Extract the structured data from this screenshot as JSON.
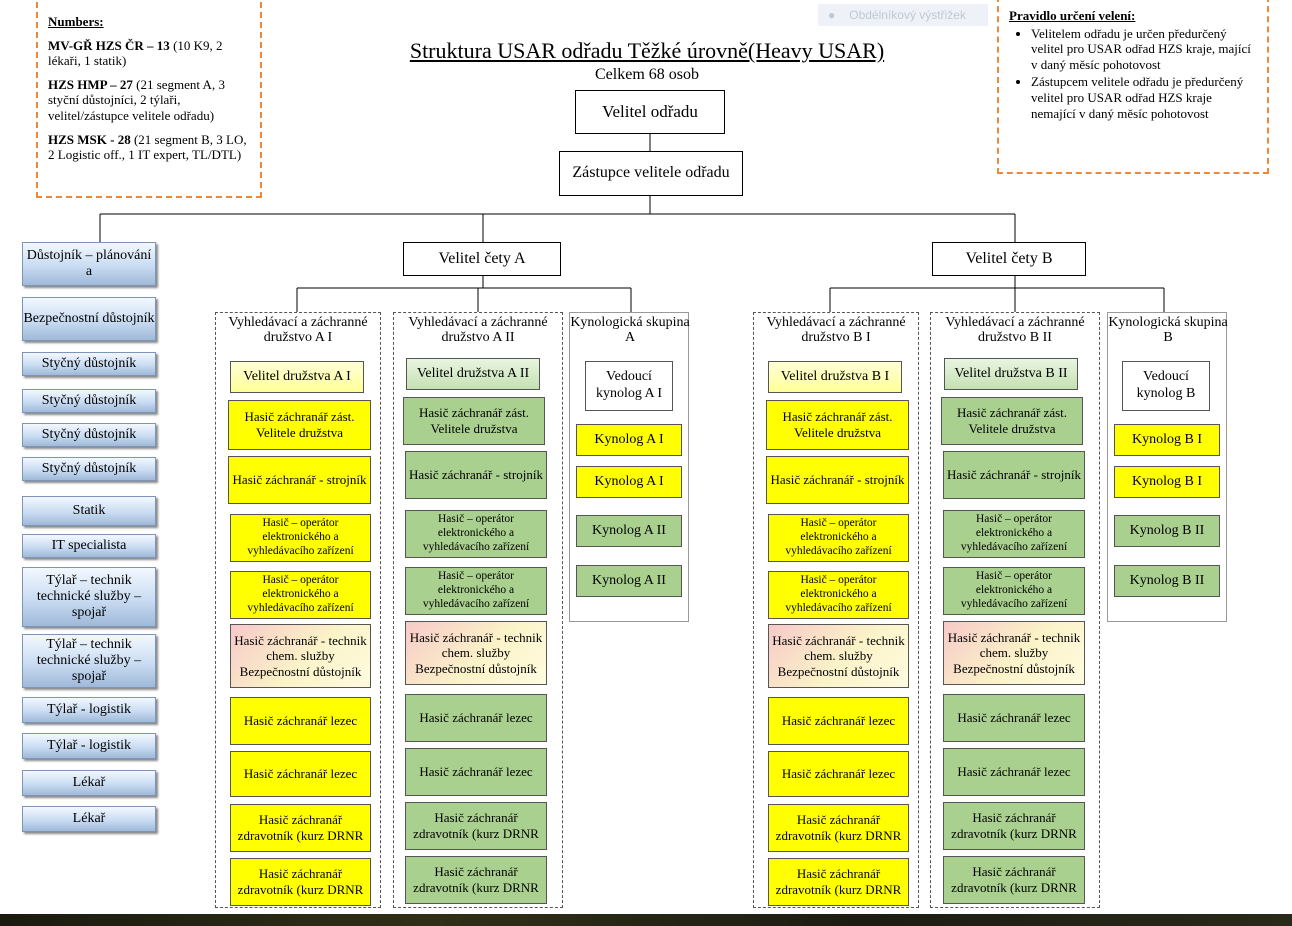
{
  "notes": {
    "heading": "Numbers:",
    "lines": [
      {
        "bold": "MV-GŘ HZS ČR – 13",
        "rest": " (10 K9, 2 lékaři, 1 statik)"
      },
      {
        "bold": "HZS HMP – 27",
        "rest": " (21 segment A, 3 styční důstojníci, 2 týlaři, velitel/zástupce velitele odřadu)"
      },
      {
        "bold": "HZS MSK - 28",
        "rest": " (21 segment B, 3 LO, 2 Logistic off., 1 IT expert, TL/DTL)"
      }
    ]
  },
  "rule": {
    "heading": "Pravidlo určení velení:",
    "items": [
      "Velitelem odřadu je určen předurčený velitel pro USAR odřad HZS kraje, mající v daný měsíc pohotovost",
      "Zástupcem velitele odřadu je předurčený velitel pro USAR odřad HZS kraje nemající v daný měsíc pohotovost"
    ]
  },
  "ghost_label": "Obdélníkový výstřižek",
  "title": "Struktura USAR odřadu Těžké úrovně(Heavy USAR)",
  "subtitle": "Celkem 68 osob",
  "commander": "Velitel odřadu",
  "deputy": "Zástupce velitele odřadu",
  "platoon_a": "Velitel čety A",
  "platoon_b": "Velitel čety B",
  "left_column": [
    "Důstojník – plánování a",
    "Bezpečnostní důstojník",
    "Styčný důstojník",
    "Styčný důstojník",
    "Styčný důstojník",
    "Styčný důstojník",
    "Statik",
    "IT specialista",
    "Týlař – technik technické služby – spojař",
    "Týlař – technik technické služby – spojař",
    "Týlař - logistik",
    "Týlař - logistik",
    "Lékař",
    "Lékař"
  ],
  "groups": [
    {
      "title": "Vyhledávací a záchranné družstvo A I",
      "cells": [
        "Velitel družstva A I",
        "Hasič záchranář zást. Velitele družstva",
        "Hasič záchranář - strojník",
        "Hasič – operátor elektronického a vyhledávacího zařízení",
        "Hasič – operátor elektronického a vyhledávacího zařízení",
        "Hasič záchranář - technik chem. služby Bezpečnostní důstojník",
        "Hasič záchranář lezec",
        "Hasič záchranář lezec",
        "Hasič záchranář zdravotník (kurz DRNR",
        "Hasič záchranář zdravotník (kurz DRNR"
      ]
    },
    {
      "title": "Vyhledávací a záchranné družstvo A II",
      "cells": [
        "Velitel družstva A II",
        "Hasič záchranář zást. Velitele družstva",
        "Hasič záchranář - strojník",
        "Hasič – operátor elektronického a vyhledávacího zařízení",
        "Hasič – operátor elektronického a vyhledávacího zařízení",
        "Hasič záchranář - technik chem. služby Bezpečnostní důstojník",
        "Hasič záchranář lezec",
        "Hasič záchranář lezec",
        "Hasič záchranář zdravotník (kurz DRNR",
        "Hasič záchranář zdravotník (kurz DRNR"
      ]
    },
    {
      "title": "Kynologická skupina A",
      "cells": [
        "Vedoucí kynolog A I",
        "Kynolog A I",
        "Kynolog A I",
        "Kynolog A II",
        "Kynolog A II"
      ]
    },
    {
      "title": "Vyhledávací a záchranné družstvo B I",
      "cells": [
        "Velitel družstva B I",
        "Hasič záchranář zást. Velitele družstva",
        "Hasič záchranář - strojník",
        "Hasič – operátor elektronického a vyhledávacího zařízení",
        "Hasič – operátor elektronického a vyhledávacího zařízení",
        "Hasič záchranář - technik chem. služby Bezpečnostní důstojník",
        "Hasič záchranář lezec",
        "Hasič záchranář lezec",
        "Hasič záchranář zdravotník (kurz DRNR",
        "Hasič záchranář zdravotník (kurz DRNR"
      ]
    },
    {
      "title": "Vyhledávací a záchranné družstvo B II",
      "cells": [
        "Velitel družstva B II",
        "Hasič záchranář zást. Velitele družstva",
        "Hasič záchranář - strojník",
        "Hasič – operátor elektronického a vyhledávacího zařízení",
        "Hasič – operátor elektronického a vyhledávacího zařízení",
        "Hasič záchranář - technik chem. služby Bezpečnostní důstojník",
        "Hasič záchranář lezec",
        "Hasič záchranář lezec",
        "Hasič záchranář zdravotník (kurz DRNR",
        "Hasič záchranář zdravotník (kurz DRNR"
      ]
    },
    {
      "title": "Kynologická skupina B",
      "cells": [
        "Vedoucí kynolog B",
        "Kynolog B I",
        "Kynolog B I",
        "Kynolog B II",
        "Kynolog B II"
      ]
    }
  ],
  "colors": {
    "yellow": "#ffff00",
    "green": "#a9d08e",
    "note_border": "#f0883a",
    "left_button_light": "#f3f8ff",
    "left_button_dark": "#9fb9d8"
  }
}
